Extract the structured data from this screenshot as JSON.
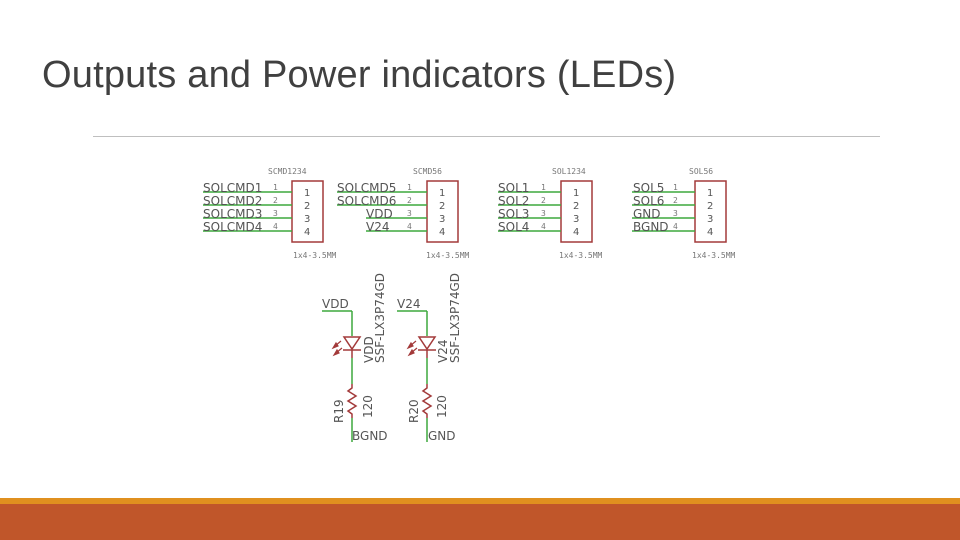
{
  "slide": {
    "title": "Outputs and Power indicators (LEDs)"
  },
  "colors": {
    "title_text": "#404040",
    "rule": "#bfbfbf",
    "wire": "#3da93d",
    "part": "#a33a3a",
    "footer_top": "#e0901f",
    "footer": "#c0562a"
  },
  "connectors": [
    {
      "name": "SCMD1234",
      "package": "1x4-3.5MM",
      "nets": [
        "SOLCMD1",
        "SOLCMD2",
        "SOLCMD3",
        "SOLCMD4"
      ],
      "pins": [
        "1",
        "2",
        "3",
        "4"
      ]
    },
    {
      "name": "SCMD56",
      "package": "1x4-3.5MM",
      "nets": [
        "SOLCMD5",
        "SOLCMD6",
        "VDD",
        "V24"
      ],
      "pins": [
        "1",
        "2",
        "3",
        "4"
      ]
    },
    {
      "name": "SOL1234",
      "package": "1x4-3.5MM",
      "nets": [
        "SOL1",
        "SOL2",
        "SOL3",
        "SOL4"
      ],
      "pins": [
        "1",
        "2",
        "3",
        "4"
      ]
    },
    {
      "name": "SOL56",
      "package": "1x4-3.5MM",
      "nets": [
        "SOL5",
        "SOL6",
        "GND",
        "BGND"
      ],
      "pins": [
        "1",
        "2",
        "3",
        "4"
      ]
    }
  ],
  "indicators": [
    {
      "supply": "VDD",
      "led_name": "VDD",
      "led_part": "SSF-LX3P74GD",
      "resistor": "R19",
      "resistor_value": "120",
      "ground": "BGND"
    },
    {
      "supply": "V24",
      "led_name": "V24",
      "led_part": "SSF-LX3P74GD",
      "resistor": "R20",
      "resistor_value": "120",
      "ground": "GND"
    }
  ]
}
